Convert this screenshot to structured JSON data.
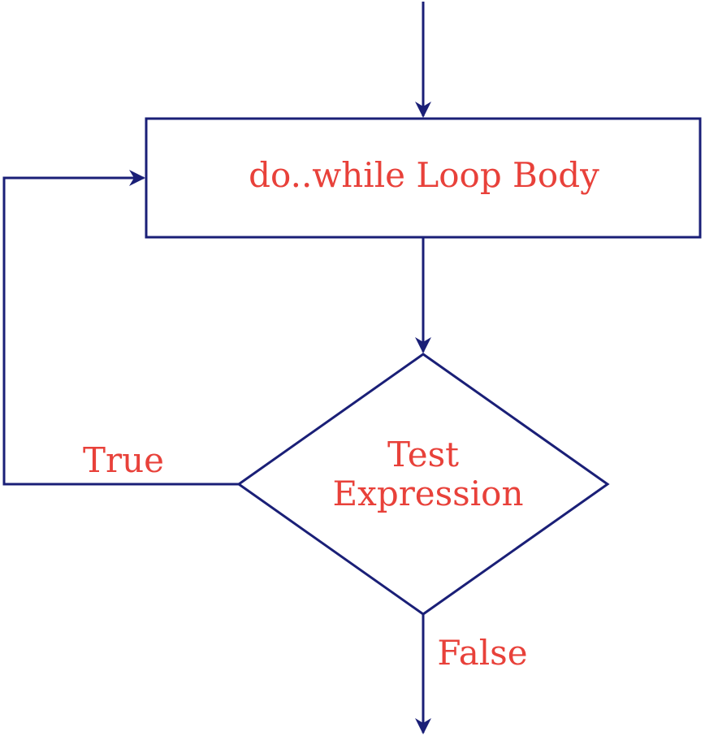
{
  "colors": {
    "stroke": "#1a1f77",
    "text": "#e8413a",
    "background": "#ffffff"
  },
  "nodes": {
    "loop_body": {
      "label": "do..while Loop Body"
    },
    "test": {
      "line1": "Test",
      "line2": "Expression"
    }
  },
  "edge_labels": {
    "true": "True",
    "false": "False"
  }
}
